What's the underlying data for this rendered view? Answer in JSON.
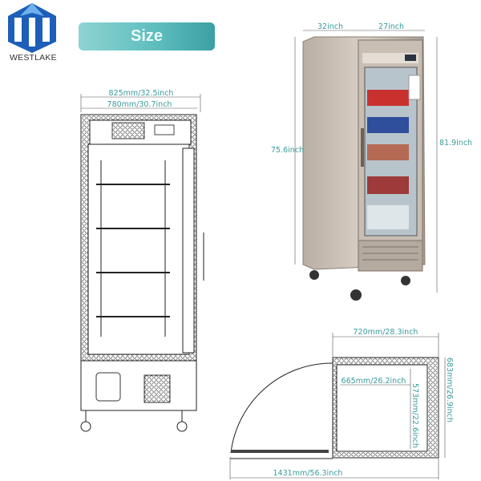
{
  "brand": {
    "name": "WESTLAKE"
  },
  "banner": {
    "label": "Size"
  },
  "front_view": {
    "outer_width": "825mm/32.5inch",
    "inner_width": "780mm/30.7inch"
  },
  "photo_view": {
    "depth": "32inch",
    "width": "27inch",
    "body_height": "75.6inch",
    "total_height": "81.9inch"
  },
  "top_view": {
    "outer_depth": "720mm/28.3inch",
    "inner_depth": "665mm/26.2inch",
    "outer_width": "683mm/26.9inch",
    "inner_width": "573mm/22.6inch",
    "door_open_span": "1431mm/56.3inch"
  },
  "colors": {
    "accent": "#3a9a9a",
    "logo": "#1f6fd0"
  }
}
